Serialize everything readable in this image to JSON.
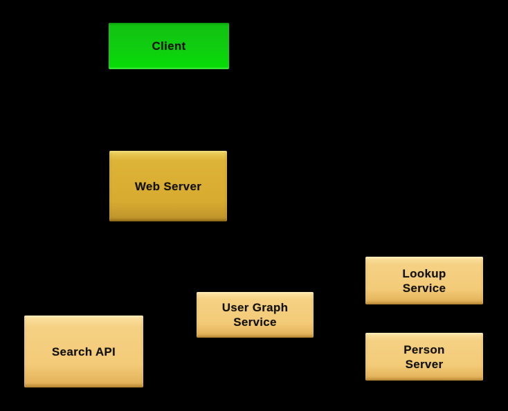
{
  "diagram": {
    "background_color": "#000000",
    "text_color": "#121007",
    "nodes": [
      {
        "id": "client",
        "label": "Client",
        "fill": "#10CD10"
      },
      {
        "id": "web-server",
        "label": "Web Server",
        "fill": "#D7AB30"
      },
      {
        "id": "search-api",
        "label": "Search API",
        "fill": "#F3CB78"
      },
      {
        "id": "user-graph-service",
        "label": "User Graph\nService",
        "fill": "#F3CB78"
      },
      {
        "id": "lookup-service",
        "label": "Lookup\nService",
        "fill": "#F3CB78"
      },
      {
        "id": "person-server",
        "label": "Person\nServer",
        "fill": "#F3CB78"
      }
    ]
  }
}
